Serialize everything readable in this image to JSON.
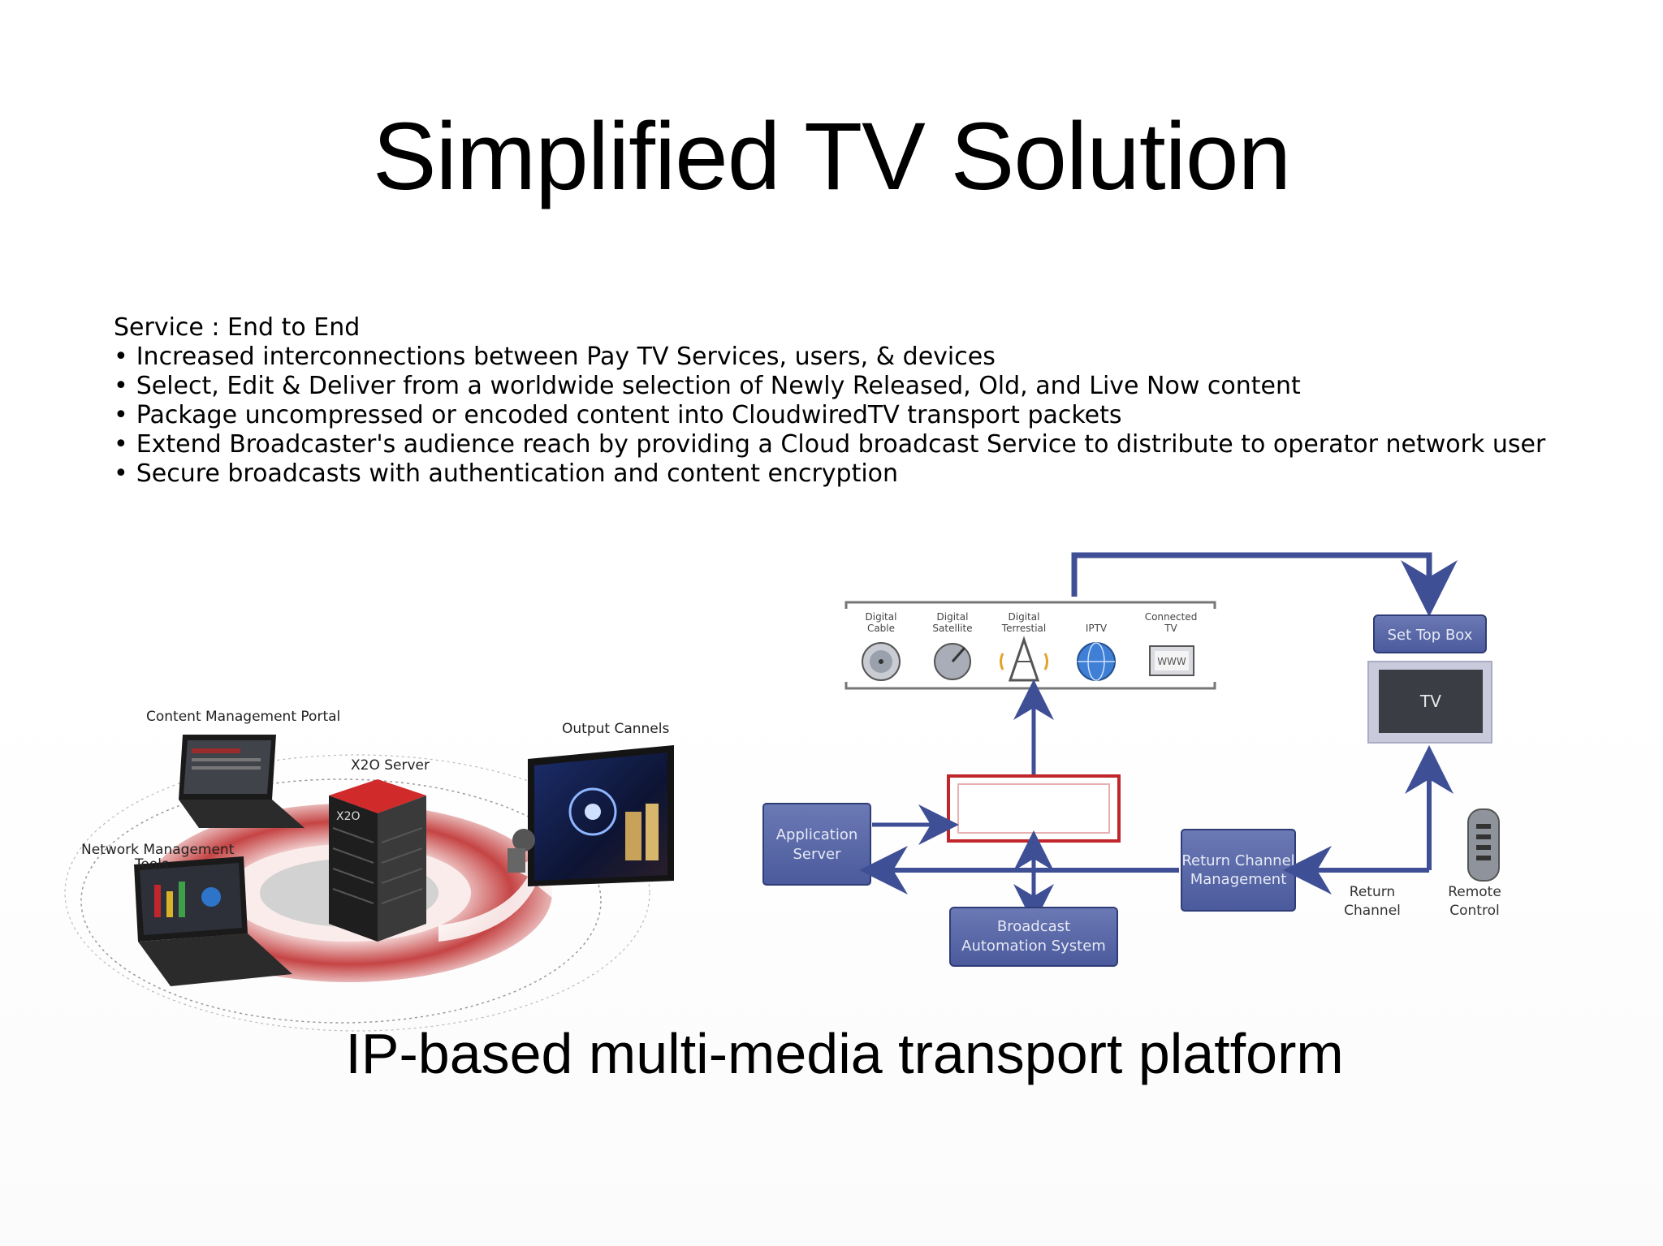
{
  "slide": {
    "title": "Simplified TV Solution",
    "subtitle": "IP-based multi-media transport platform"
  },
  "service": {
    "heading": "Service : End to End",
    "bullets": [
      "Increased interconnections between Pay TV Services, users, & devices",
      "Select, Edit & Deliver from a worldwide selection of Newly Released, Old, and Live Now content",
      "Package uncompressed or encoded content into CloudwiredTV transport packets",
      "Extend Broadcaster's audience reach by providing a Cloud broadcast Service to distribute to operator network user",
      "Secure broadcasts with authentication and content encryption"
    ]
  },
  "illustration": {
    "content_portal": "Content Management Portal",
    "x2o_server": "X2O Server",
    "output_channels": "Output Cannels",
    "network_tools_line1": "Network Management",
    "network_tools_line2": "Tools",
    "server_brand": "X2O"
  },
  "diagram": {
    "distribution": {
      "digital_cable_1": "Digital",
      "digital_cable_2": "Cable",
      "digital_satellite_1": "Digital",
      "digital_satellite_2": "Satellite",
      "digital_terrestrial_1": "Digital",
      "digital_terrestrial_2": "Terrestial",
      "iptv": "IPTV",
      "connected_tv_1": "Connected",
      "connected_tv_2": "TV",
      "www": "WWW"
    },
    "set_top_box": "Set Top Box",
    "tv": "TV",
    "application_server_1": "Application",
    "application_server_2": "Server",
    "return_channel_mgmt_1": "Return Channel",
    "return_channel_mgmt_2": "Management",
    "broadcast_automation_1": "Broadcast",
    "broadcast_automation_2": "Automation System",
    "return_channel_1": "Return",
    "return_channel_2": "Channel",
    "remote_control_1": "Remote",
    "remote_control_2": "Control"
  },
  "colors": {
    "diagram_blue": "#3f4f95",
    "box_blue": "#5867a8",
    "accent_red": "#c0262b",
    "tv_dark": "#3a3d44"
  }
}
